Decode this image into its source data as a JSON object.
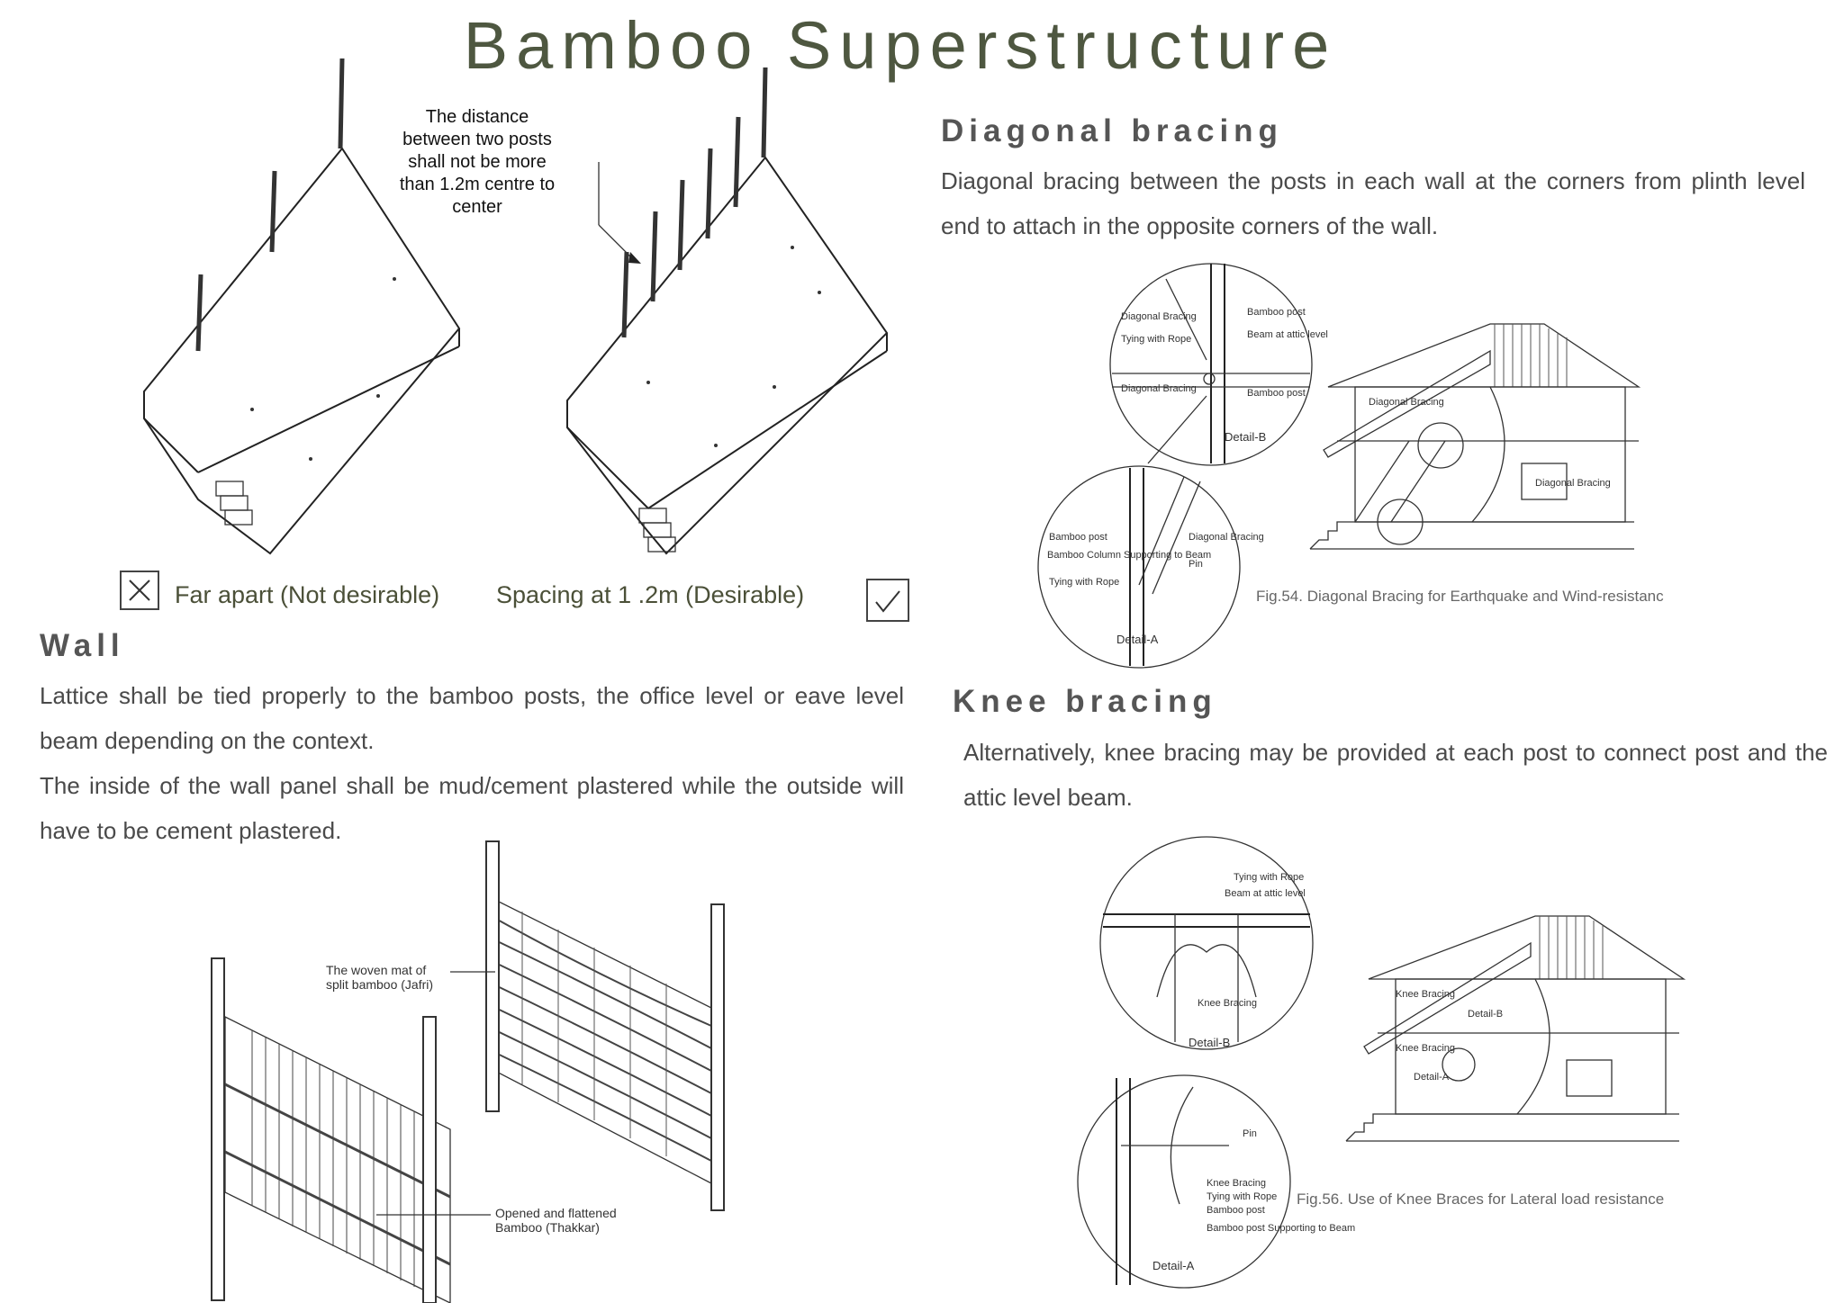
{
  "title": "Bamboo Superstructure",
  "posts_figure": {
    "note": "The distance between two posts shall not be more than 1.2m centre to center",
    "far_label": "Far apart (Not desirable)",
    "spacing_label": "Spacing at 1 .2m (Desirable)",
    "cross_icon": "cross-box-icon",
    "check_icon": "check-box-icon"
  },
  "diagonal": {
    "heading": "Diagonal bracing",
    "text": "Diagonal bracing between the posts in each wall at the corners from plinth level end to attach in the opposite corners of the wall.",
    "caption": "Fig.54. Diagonal Bracing for Earthquake and Wind-resistanc",
    "labels": {
      "bamboo_post": "Bamboo post",
      "beam_attic": "Beam at attic level",
      "diag_bracing": "Diagonal Bracing",
      "tying_rope": "Tying with Rope",
      "detail_b": "Detail-B",
      "detail_a": "Detail-A",
      "pin": "Pin",
      "column_support": "Bamboo Column Supporting to Beam"
    }
  },
  "wall": {
    "heading": "Wall",
    "text1": "Lattice shall be tied properly to the bamboo posts, the office level or eave level beam depending on the context.",
    "text2": "The inside of the wall panel shall be mud/cement plastered while the outside will have to be cement plastered.",
    "woven_label": "The woven mat of split bamboo (Jafri)",
    "flattened_label": "Opened and flattened Bamboo (Thakkar)"
  },
  "knee": {
    "heading": "Knee bracing",
    "text": "Alternatively, knee bracing may be provided at each post to connect post and the attic level beam.",
    "caption": "Fig.56. Use of Knee Braces for Lateral load resistance",
    "labels": {
      "tying_rope": "Tying with Rope",
      "beam_attic": "Beam at attic level",
      "knee_bracing": "Knee Bracing",
      "detail_b": "Detail-B",
      "detail_a": "Detail-A",
      "pin": "Pin",
      "bamboo_post": "Bamboo post",
      "post_support": "Bamboo post Supporting to Beam"
    }
  }
}
